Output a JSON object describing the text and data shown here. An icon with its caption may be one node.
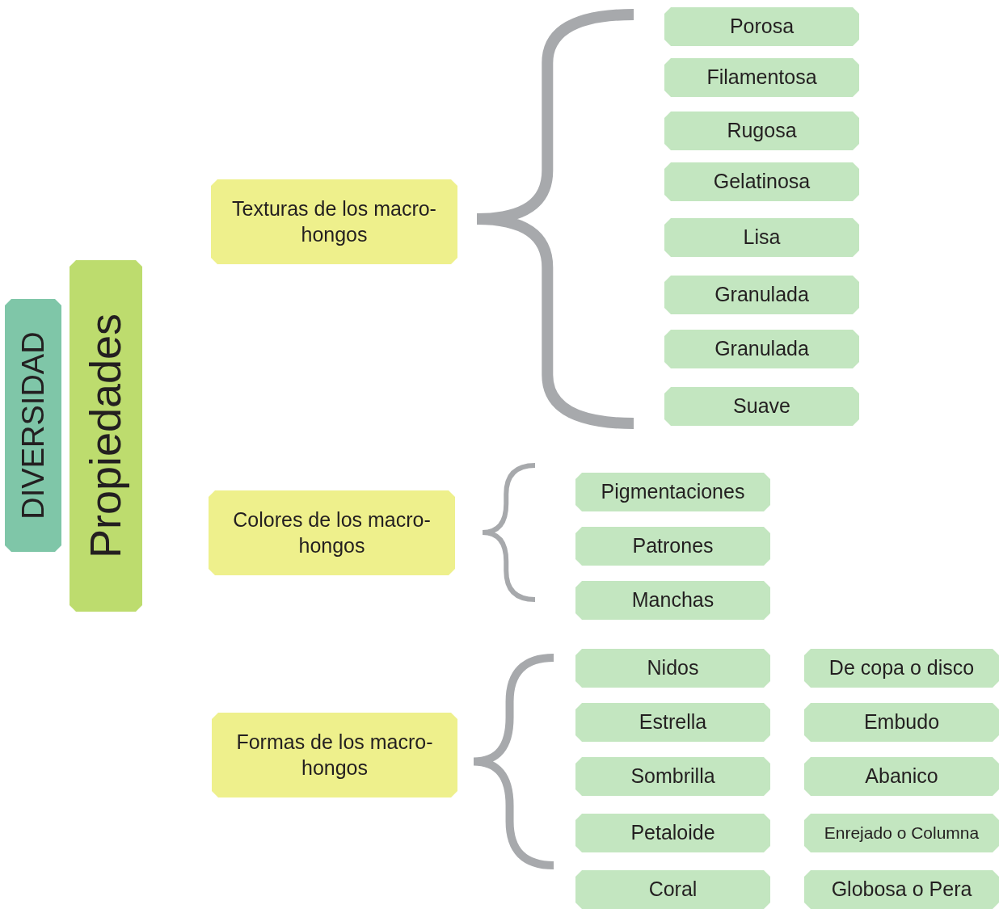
{
  "diagram": {
    "nodes": [
      {
        "text": [
          "DIVERSIDAD"
        ]
      },
      {
        "text": [
          "Propiedades"
        ]
      },
      {
        "text": [
          "Texturas de los macro-hongos"
        ]
      },
      {
        "text": [
          "Porosa"
        ]
      },
      {
        "text": [
          "Filamentosa"
        ]
      },
      {
        "text": [
          "Rugosa"
        ]
      },
      {
        "text": [
          "Gelatinosa"
        ]
      },
      {
        "text": [
          "Lisa"
        ]
      },
      {
        "text": [
          "Granulada"
        ]
      },
      {
        "text": [
          "Granulada"
        ]
      },
      {
        "text": [
          "Suave"
        ]
      },
      {
        "text": [
          "Colores de los macro-hongos"
        ]
      },
      {
        "text": [
          "Pigmentaciones"
        ]
      },
      {
        "text": [
          "Patrones"
        ]
      },
      {
        "text": [
          "Manchas"
        ]
      },
      {
        "text": [
          "Formas de los macro-hongos"
        ]
      },
      {
        "text": [
          "Nidos"
        ]
      },
      {
        "text": [
          "De copa o disco"
        ]
      },
      {
        "text": [
          "Estrella"
        ]
      },
      {
        "text": [
          "Embudo"
        ]
      },
      {
        "text": [
          "Sombrilla"
        ]
      },
      {
        "text": [
          "Abanico"
        ]
      },
      {
        "text": [
          "Petaloide"
        ]
      },
      {
        "text": [
          "Enrejado o Columna"
        ]
      },
      {
        "text": [
          "Coral"
        ]
      },
      {
        "text": [
          "Globosa o Pera"
        ]
      }
    ]
  }
}
